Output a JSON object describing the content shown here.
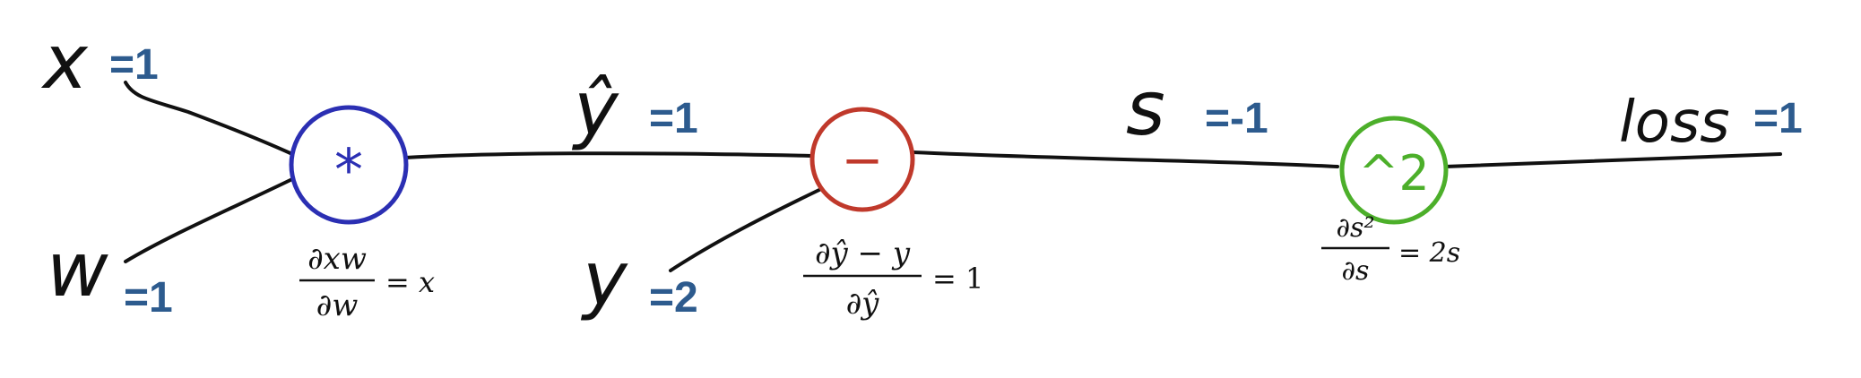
{
  "inputs": {
    "x": {
      "label": "x",
      "value": "=1"
    },
    "w": {
      "label": "w",
      "value": "=1"
    },
    "y": {
      "label": "y",
      "value": "=2"
    }
  },
  "edges": {
    "y_hat": {
      "label": "ŷ",
      "value": "=1"
    },
    "s": {
      "label": "s",
      "value": "=-1"
    },
    "loss": {
      "label": "loss",
      "value": "=1"
    }
  },
  "nodes": {
    "multiply": {
      "symbol": "*",
      "color": "#2b2fb3",
      "derivative": {
        "numerator": "∂xw",
        "denominator": "∂w",
        "result": "= x"
      }
    },
    "subtract": {
      "symbol": "−",
      "color": "#c0392b",
      "derivative": {
        "numerator": "∂ŷ − y",
        "denominator": "∂ŷ",
        "result": "= 1"
      }
    },
    "square": {
      "symbol": "^2",
      "color": "#4caf2a",
      "derivative": {
        "numerator": "∂s²",
        "denominator": "∂s",
        "result": "= 2s"
      }
    }
  },
  "colors": {
    "value_text": "#2d5b8e",
    "ink": "#111111"
  }
}
